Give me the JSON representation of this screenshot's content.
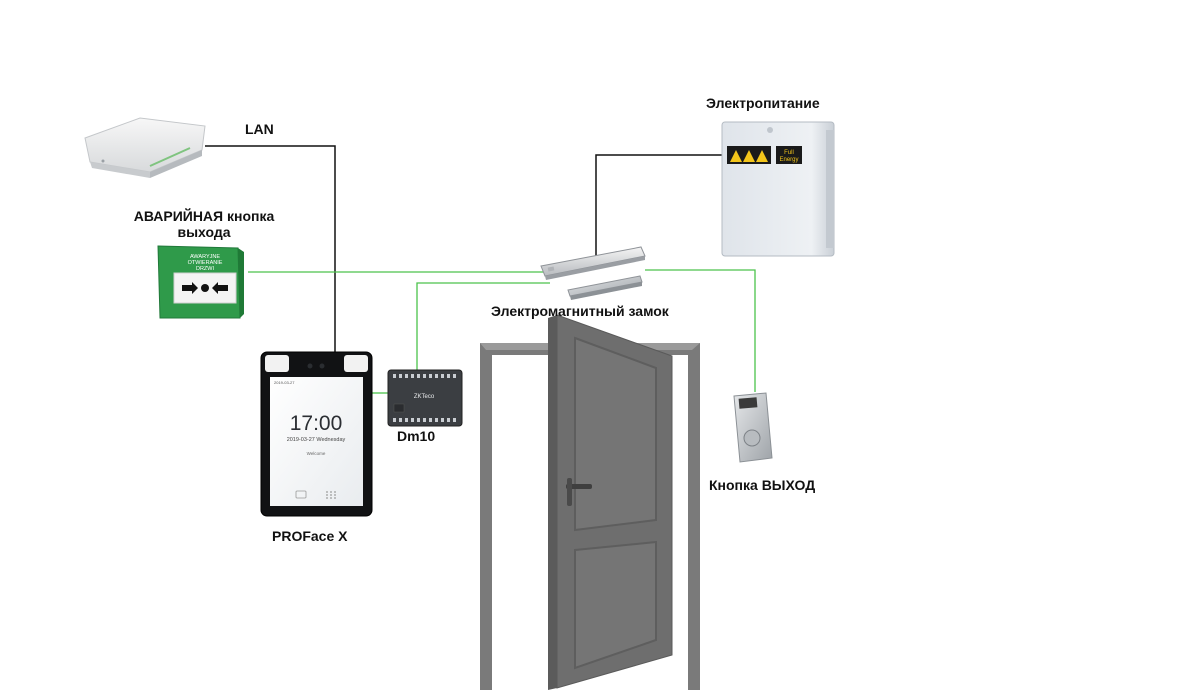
{
  "labels": {
    "lan": "LAN",
    "power_supply": "Электропитание",
    "emergency_button_line1": "АВАРИЙНАЯ кнопка",
    "emergency_button_line2": "выхода",
    "maglock": "Электромагнитный замок",
    "controller": "Dm10",
    "exit_button": "Кнопка ВЫХОД",
    "terminal": "PROFace X"
  },
  "devices": {
    "terminal_screen": {
      "time": "17:00",
      "date": "2019-03-27  Wednesday",
      "status_date": "2019-03-27",
      "welcome": "Welcome"
    },
    "emergency_box_text": [
      "AWARYJNE",
      "OTWIERANIE",
      "DRZWI"
    ],
    "controller_brand": "ZKTeco",
    "power_supply_brand": [
      "Full",
      "Energy"
    ]
  },
  "colors": {
    "wire_black": "#111111",
    "wire_green": "#4cc24c",
    "door": "#6e6e6e",
    "emergency_green": "#2f9a4a"
  }
}
